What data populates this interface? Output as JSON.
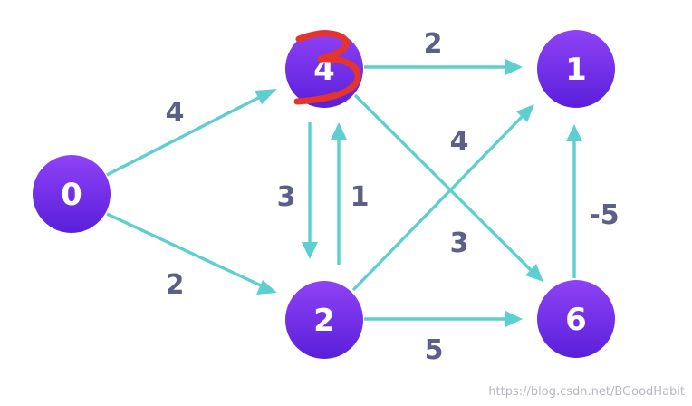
{
  "nodes": {
    "source": "0",
    "top_middle_original": "4",
    "top_middle_overwritten": "3",
    "top_right": "1",
    "bottom_middle": "2",
    "bottom_right": "6"
  },
  "weights": {
    "source_to_top": "4",
    "source_to_bottom": "2",
    "top_to_top_right": "2",
    "top_to_bottom": "3",
    "bottom_to_top": "1",
    "bottom_to_top_right": "4",
    "top_to_bottom_right": "3",
    "bottom_right_to_top_right": "-5",
    "bottom_to_bottom_right": "5"
  },
  "watermark": "https://blog.csdn.net/BGoodHabit",
  "colors": {
    "node_top": "#8f42f5",
    "node_bottom": "#5a1fdb",
    "edge": "#5ecfd0",
    "weight_text": "#5d5f87",
    "annotation": "#e5342a"
  }
}
